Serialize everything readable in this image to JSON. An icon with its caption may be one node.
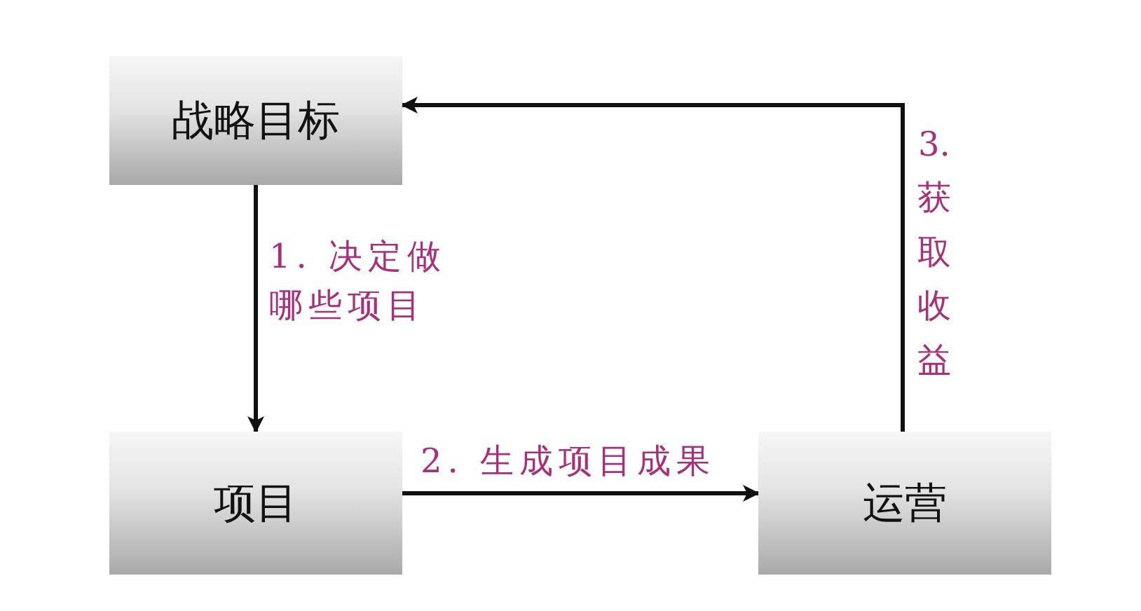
{
  "diagram": {
    "nodes": [
      {
        "text": [
          "战略目标"
        ]
      },
      {
        "text": [
          "项目"
        ]
      },
      {
        "text": [
          "运营"
        ]
      }
    ],
    "edges": [
      {
        "from": 0,
        "to": 1,
        "arrow": "to",
        "label": "1. 决定做哪些项目"
      },
      {
        "from": 1,
        "to": 2,
        "arrow": "to",
        "label": "2. 生成项目成果"
      },
      {
        "from": 2,
        "to": 0,
        "arrow": "to",
        "label": "3. 获取收益"
      }
    ]
  }
}
